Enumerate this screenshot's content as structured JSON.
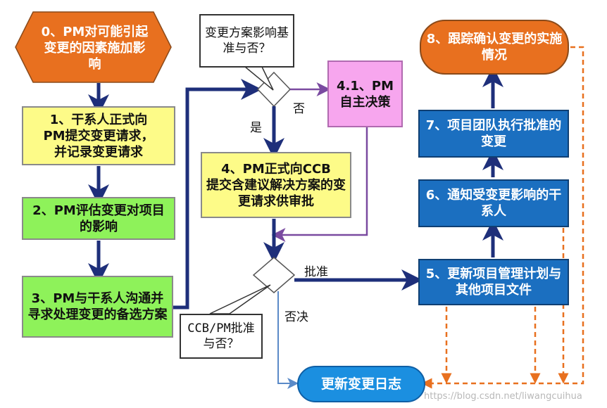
{
  "nodes": {
    "start": "0、PM对可能引起变更的因素施加影响",
    "s1_a": "1、干系人正式向",
    "s1_b": "PM",
    "s1_c": "提交变更请求，",
    "s1_d": "并记录变更请求",
    "s2": "2、PM评估变更对项目的影响",
    "s3": "3、PM与干系人沟通并寻求处理变更的备选方案",
    "q_baseline": "变更方案影响基准与否？",
    "s41": "4.1、PM自主决策",
    "s4_a": "4、PM正式向CCB",
    "s4_b": "提交",
    "s4_c": "含建议解决方案的变更请求供审批",
    "q_ccb": "CCB/PM批准与否？",
    "s5": "5、更新项目管理计划与其他项目文件",
    "s6": "6、通知受变更影响的干系人",
    "s7": "7、项目团队执行批准的变更",
    "s8": "8、跟踪确认变更的实施情况",
    "log": "更新变更日志"
  },
  "labels": {
    "no": "否",
    "yes": "是",
    "approve": "批准",
    "reject": "否决"
  },
  "watermark": "https://blog.csdn.net/liwangcuihua",
  "colors": {
    "orange": "#e8701f",
    "yellow": "#fdfb88",
    "green": "#8ef25a",
    "pink": "#f7a6ee",
    "blue": "#1b6fc0",
    "navy": "#1e2f7a",
    "purple": "#7a4aa0"
  }
}
